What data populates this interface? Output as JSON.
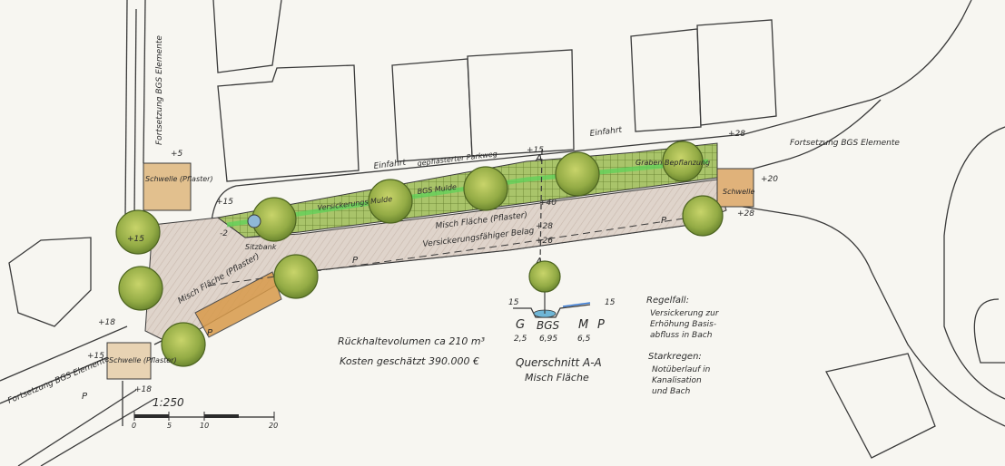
{
  "plan": {
    "labels": {
      "street_continuation_left_top": "Fortsetzung BGS Elemente",
      "street_continuation_right": "Fortsetzung BGS Elemente",
      "street_continuation_left_bottom": "Fortsetzung BGS Elemente",
      "entrance_1": "Einfahrt",
      "entrance_2": "Einfahrt",
      "paved_parking": "gepflasterter Parkweg",
      "mixed_area": "Misch Fläche (Pflaster)",
      "infiltration_coating": "Versickerungsfähiger Belag",
      "mixed_area_lower": "Misch Fläche (Pflaster)",
      "bgs_strip": "BGS Mulde",
      "infiltration_trough": "Versickerungs Mulde",
      "threshold_top": "Schwelle (Pflaster)",
      "threshold_right": "Schwelle",
      "threshold_bottom": "Schwelle (Pflaster)",
      "grass_planting": "Graben Bepflanzung",
      "bench": "Sitzbank",
      "section_marker": "A",
      "p_left": "P",
      "p_right": "P",
      "p_bottom": "P",
      "p_lower": "P",
      "regelfall_title": "Regelfall:",
      "regelfall_text_1": "Versickerung zur",
      "regelfall_text_2": "Erhöhung Basis-",
      "regelfall_text_3": "abfluss in Bach",
      "starkregen_title": "Starkregen:",
      "starkregen_text_1": "Notüberlauf in",
      "starkregen_text_2": "Kanalisation",
      "starkregen_text_3": "und Bach",
      "retention_volume": "Rückhaltevolumen ca 210 m³",
      "costs": "Kosten geschätzt 390.000 €",
      "cross_section_title": "Querschnitt A-A",
      "cross_section_subtitle": "Misch Fläche",
      "cs_g": "G",
      "cs_bgs": "BGS",
      "cs_m": "M",
      "cs_p": "P",
      "cs_g_val": "2,5",
      "cs_bgs_val": "6,95",
      "cs_m_val": "6,5",
      "cs_left_dim": "15",
      "cs_right_dim": "15",
      "scale": "1:250",
      "scale_0": "0",
      "scale_5": "5",
      "scale_10": "10",
      "scale_20": "20"
    },
    "elevations": {
      "e1": "+5",
      "e2": "+15",
      "e3": "+15",
      "e4": "+28",
      "e5": "+28",
      "e6": "+20",
      "e7": "+28",
      "e8": "+26",
      "e9": "+40",
      "e10": "+18",
      "e11": "+15",
      "e12": "+18",
      "e13": "+15",
      "e14": "-2"
    },
    "colors": {
      "line": "#3a3a3a",
      "tree_green": "#9cb24a",
      "tree_dark": "#6f8a2e",
      "plaza": "#d9cfc6",
      "bgs_green": "#62c04a",
      "bgs_grid": "#8aa24a",
      "threshold": "#d9b27a",
      "orange": "#d49545",
      "water": "#6fb6d6"
    }
  }
}
